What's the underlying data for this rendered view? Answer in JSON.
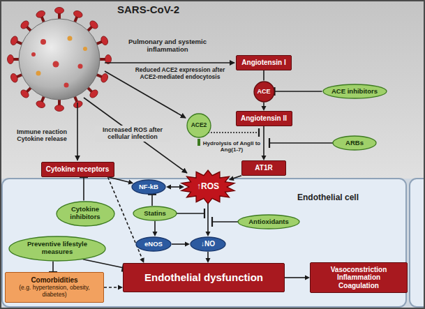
{
  "diagram": {
    "nodes": [
      {
        "text": [
          "Angiotensin I"
        ]
      },
      {
        "text": [
          "ACE"
        ]
      },
      {
        "text": [
          "ACE inhibitors"
        ]
      },
      {
        "text": [
          "Angiotensin II"
        ]
      },
      {
        "text": [
          "ACE2"
        ]
      },
      {
        "text": [
          "ARBs"
        ]
      },
      {
        "text": [
          "AT1R"
        ]
      },
      {
        "text": [
          "Cytokine receptors"
        ]
      },
      {
        "text": [
          "NF-kB"
        ]
      },
      {
        "text": [
          "↑ROS"
        ]
      },
      {
        "text": [
          "Statins"
        ]
      },
      {
        "text": [
          "Antioxidants"
        ]
      },
      {
        "text": [
          "Cytokine inhibitors"
        ]
      },
      {
        "text": [
          "eNOS"
        ]
      },
      {
        "text": [
          "↓NO"
        ]
      },
      {
        "text": [
          "Preventive lifestyle measures"
        ]
      },
      {
        "text": [
          "Comorbidities",
          "(e.g. hypertension, obesity, diabetes)"
        ]
      },
      {
        "text": [
          "Endothelial dysfunction"
        ]
      },
      {
        "text": [
          "Vasoconstriction Inflammation Coagulation"
        ]
      }
    ],
    "edges": [
      {
        "from": 0,
        "to": 1,
        "arrow": "none"
      },
      {
        "from": 1,
        "to": 3,
        "arrow": "to"
      },
      {
        "from": 2,
        "to": 1,
        "arrow": "to"
      },
      {
        "from": 3,
        "to": 6,
        "arrow": "to"
      },
      {
        "from": 6,
        "to": 9,
        "arrow": "to"
      },
      {
        "from": 7,
        "to": 8,
        "arrow": "to"
      },
      {
        "from": 8,
        "to": 9,
        "arrow": "both"
      },
      {
        "from": 12,
        "to": 7,
        "arrow": "to"
      },
      {
        "from": 10,
        "to": 8,
        "arrow": "to"
      },
      {
        "from": 10,
        "to": 13,
        "arrow": "to"
      },
      {
        "from": 9,
        "to": 14,
        "arrow": "to"
      },
      {
        "from": 13,
        "to": 14,
        "arrow": "to"
      },
      {
        "from": 14,
        "to": 17,
        "arrow": "to"
      },
      {
        "from": 7,
        "to": 17,
        "arrow": "to"
      },
      {
        "from": 15,
        "to": 16,
        "arrow": "to"
      },
      {
        "from": 15,
        "to": 17,
        "arrow": "to"
      },
      {
        "from": 16,
        "to": 17,
        "arrow": "to"
      },
      {
        "from": 17,
        "to": 18,
        "arrow": "to"
      }
    ],
    "labels": [
      "SARS-CoV-2",
      "Pulmonary and systemic inflammation",
      "Reduced ACE2 expression after ACE2-mediated endocytosis",
      "Increased ROS after cellular infection",
      "Immune reaction Cytokine release",
      "Hydrolysis of AngII to Ang(1-7)",
      "Endothelial cell"
    ]
  }
}
